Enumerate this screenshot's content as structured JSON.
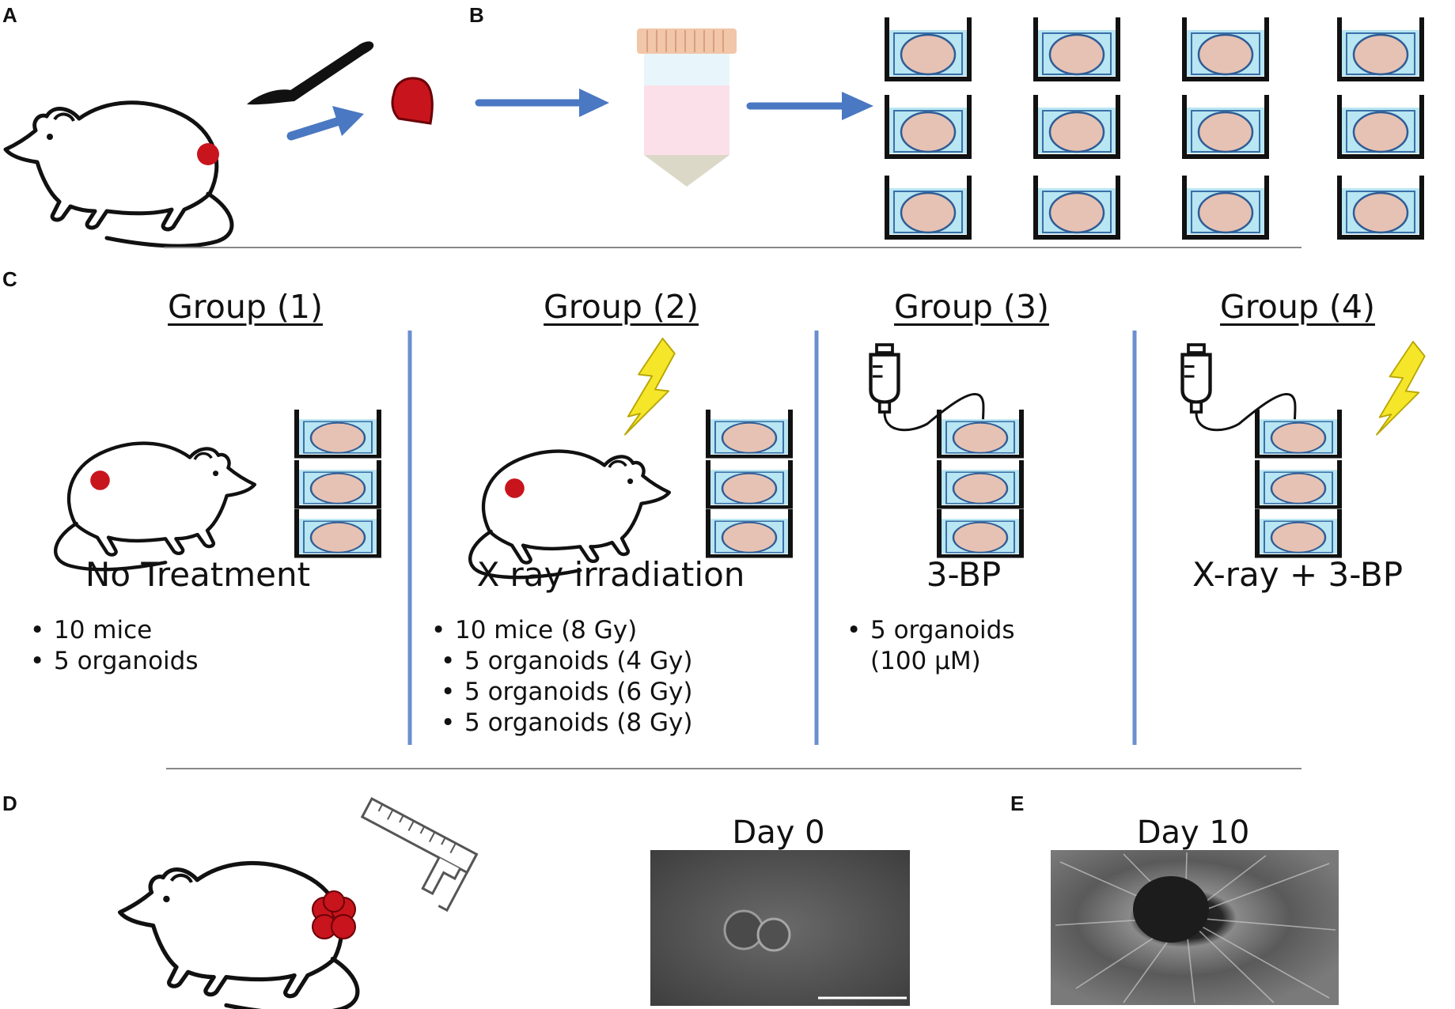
{
  "panels": {
    "a": "A",
    "b": "B",
    "c": "C",
    "d": "D",
    "e": "E"
  },
  "groups": [
    {
      "title": "Group (1)",
      "treatment": "No Treatment",
      "bullets": [
        "10 mice",
        "5 organoids"
      ]
    },
    {
      "title": "Group (2)",
      "treatment": "X-ray irradiation",
      "bullets": [
        "10 mice (8 Gy)",
        "5 organoids (4 Gy)",
        "5 organoids (6 Gy)",
        "5 organoids (8 Gy)"
      ]
    },
    {
      "title": "Group (3)",
      "treatment": "3-BP",
      "bullets": [
        "5 organoids",
        "(100 μM)"
      ]
    },
    {
      "title": "Group (4)",
      "treatment": "X-ray + 3-BP",
      "bullets": []
    }
  ],
  "days": {
    "day0": "Day 0",
    "day10": "Day 10"
  },
  "colors": {
    "arrow": "#4a78c2",
    "tumor": "#c8141c",
    "well_fill": "#b8e6f2",
    "organoid": "#e6c2b4",
    "divider": "#6b8fcf",
    "bolt": "#f5e62a",
    "tube_cap": "#f2c6a8",
    "tube_body": "#fbe0ea",
    "tube_tip": "#dcd8c8"
  }
}
